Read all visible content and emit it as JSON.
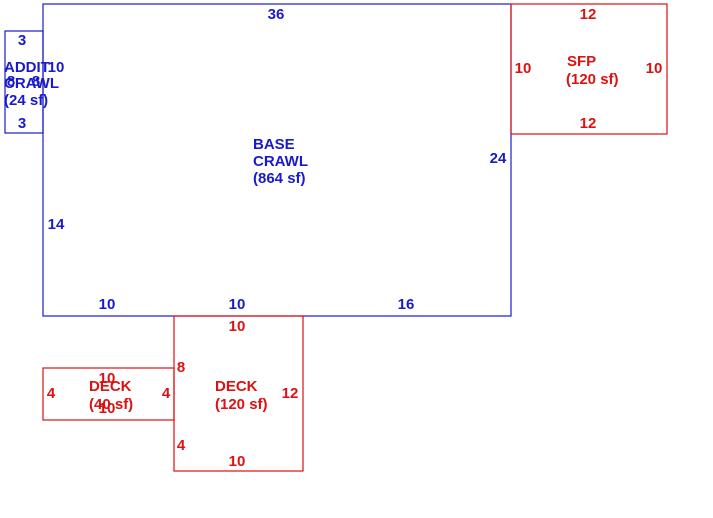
{
  "colors": {
    "blue": "#1a1acc",
    "red": "#dd1111"
  },
  "areas": {
    "base": {
      "name_line1": "BASE",
      "name_line2": "CRAWL",
      "area": "(864 sf)",
      "dims": {
        "top": "36",
        "right": "24",
        "left": "14",
        "bottom_a": "10",
        "bottom_b": "10",
        "bottom_c": "16"
      }
    },
    "addition": {
      "name_line1": "ADDIT",
      "name_line2": "CRAWL",
      "area": "(24 sf)",
      "dims": {
        "top": "3",
        "bottom": "3",
        "left": "8",
        "right": "8",
        "extra": "10"
      }
    },
    "sfp": {
      "name": "SFP",
      "area": "(120 sf)",
      "dims": {
        "top": "12",
        "bottom": "12",
        "left": "10",
        "right": "10"
      }
    },
    "deck_large": {
      "name": "DECK",
      "area": "(120 sf)",
      "dims": {
        "top": "10",
        "bottom": "10",
        "right": "12",
        "left_a": "8",
        "left_b": "4"
      }
    },
    "deck_small": {
      "name": "DECK",
      "area": "(40 sf)",
      "dims": {
        "top": "10",
        "bottom": "10",
        "left": "4",
        "right": "4"
      }
    }
  }
}
